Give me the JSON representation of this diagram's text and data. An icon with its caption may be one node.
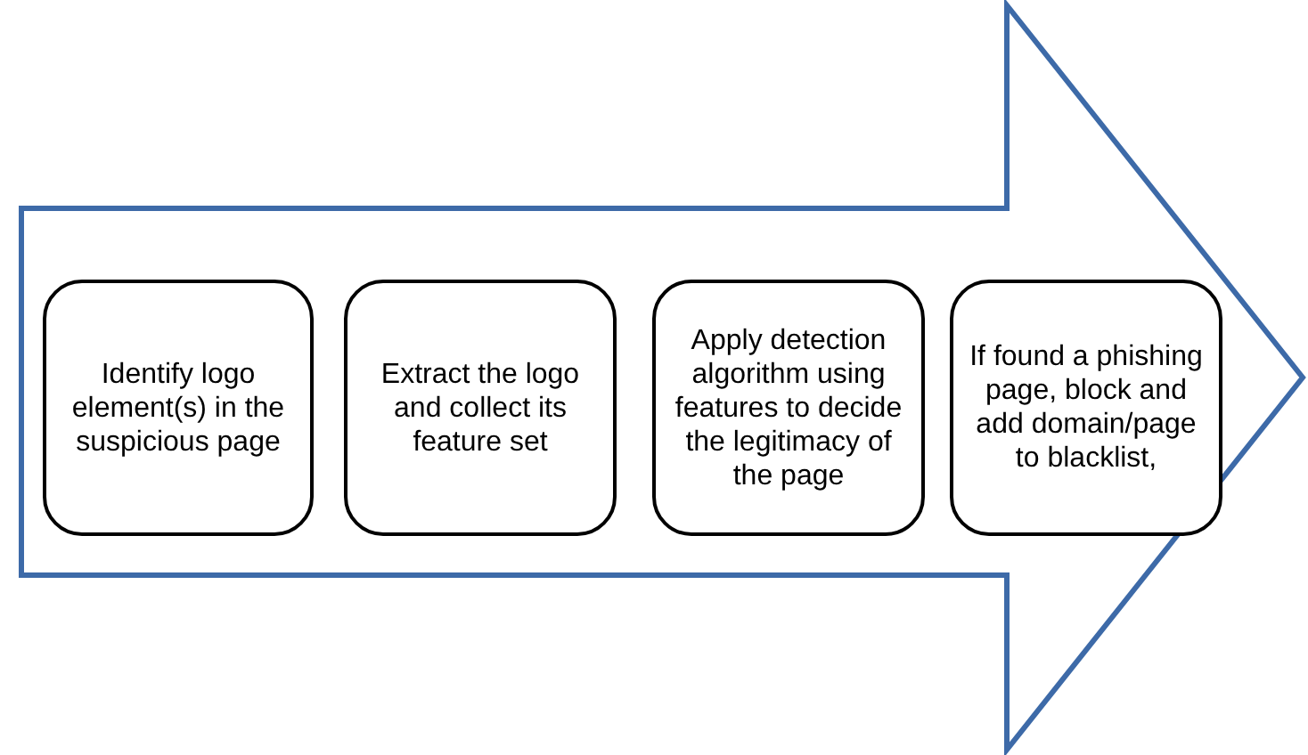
{
  "diagram": {
    "nodes": [
      {
        "text": [],
        "shape": "arrow"
      },
      {
        "text": [
          "Identify logo element(s) in the suspicious page"
        ],
        "in": 0
      },
      {
        "text": [
          "Extract the logo and collect its feature set"
        ],
        "in": 0
      },
      {
        "text": [
          "Apply detection algorithm using features to decide the legitimacy of the page"
        ],
        "in": 0
      },
      {
        "text": [
          "If found a phishing page, block and add domain/page to blacklist,"
        ],
        "in": 0
      }
    ]
  }
}
